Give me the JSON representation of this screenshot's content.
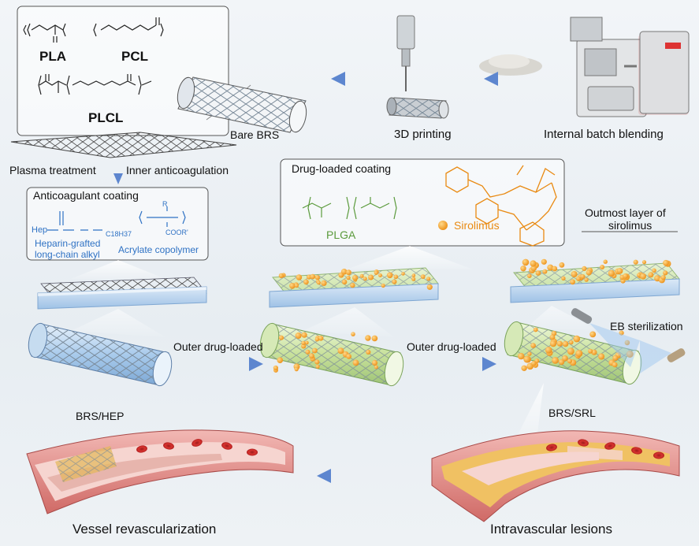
{
  "polymers": {
    "pla": "PLA",
    "pcl": "PCL",
    "plcl": "PLCL"
  },
  "steps": {
    "bare_brs": "Bare BRS",
    "printing": "3D printing",
    "blending": "Internal batch blending",
    "plasma": "Plasma treatment",
    "inner_anticoag": "Inner anticoagulation",
    "outer_drug_1": "Outer drug-loaded",
    "outer_drug_2": "Outer drug-loaded",
    "eb": "EB sterilization"
  },
  "anticoag": {
    "title": "Anticoagulant coating",
    "hep": "Hep",
    "c18": "C18H37",
    "label_heparin": "Heparin-grafted long-chain alkyl",
    "label_heparin_1": "Heparin-grafted",
    "label_heparin_2": "long-chain alkyl",
    "label_acrylate": "Acrylate copolymer",
    "coor": "COOR'",
    "r": "R"
  },
  "drug": {
    "title": "Drug-loaded coating",
    "plga": "PLGA",
    "sirolimus": "Sirolimus"
  },
  "outmost": {
    "line1": "Outmost layer of",
    "line2": "sirolimus"
  },
  "products": {
    "brs_hep": "BRS/HEP",
    "brs_srl": "BRS/SRL"
  },
  "outcomes": {
    "vessel": "Vessel revascularization",
    "lesions": "Intravascular lesions"
  },
  "colors": {
    "arrow": "#6f93d2",
    "anticoag_blue": "#2f72c4",
    "plga_green": "#5a9a3b",
    "sirolimus_orange": "#e98a12",
    "vessel_red": "#c94b4b"
  }
}
